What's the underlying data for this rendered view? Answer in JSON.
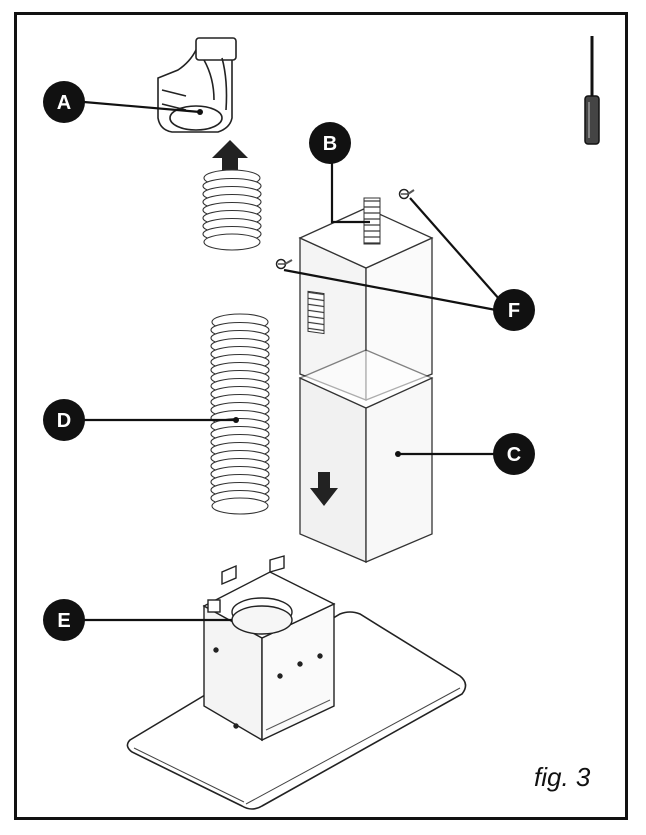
{
  "figure": {
    "caption": "fig. 3"
  },
  "callouts": {
    "a": "A",
    "b": "B",
    "c": "C",
    "d": "D",
    "e": "E",
    "f": "F"
  },
  "colors": {
    "ink": "#111111",
    "panel": "#f3f3f3",
    "shade": "#e6e6e6"
  },
  "tool_icon": "screwdriver-icon"
}
